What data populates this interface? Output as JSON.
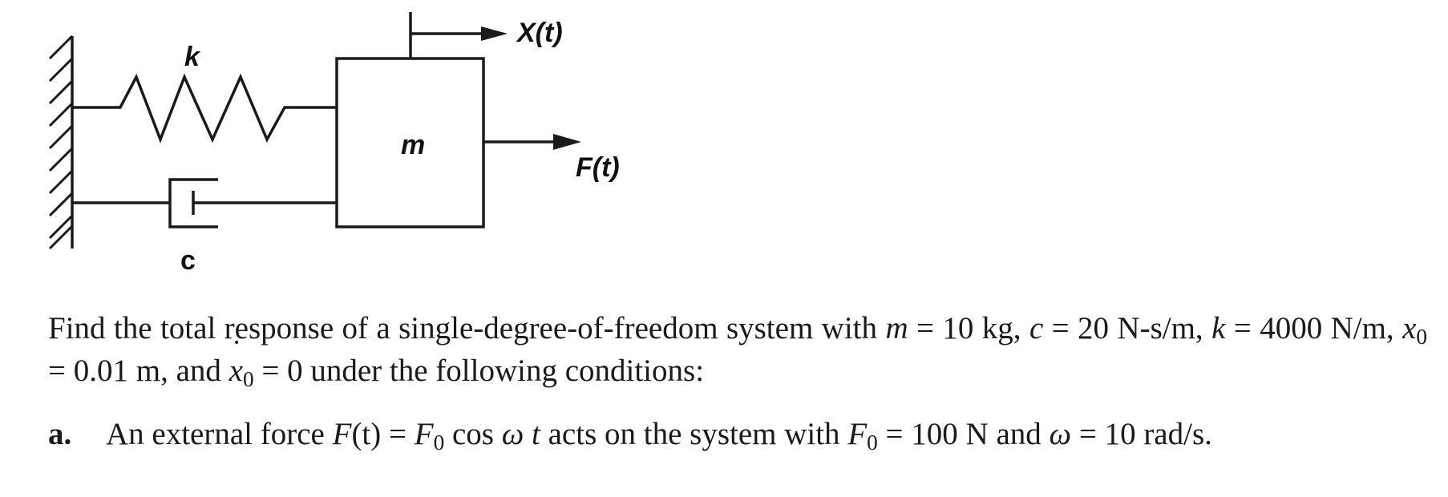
{
  "figure": {
    "spring_label": "k",
    "damper_label": "c",
    "mass_label": "m",
    "displacement_label": "X(t)",
    "force_label": "F(t)"
  },
  "problem": {
    "intro_1": "Find the total response of a single-degree-of-freedom system with",
    "m_sym": "m",
    "m_val": " = 10 kg, ",
    "c_sym": "c",
    "c_val": " = 20 N-s/m,",
    "k_sym": "k",
    "k_val": " = 4000 N/m, ",
    "x0_sym": "x",
    "x0_sub": "0",
    "x0_val": " = 0.01 m, and ",
    "xdot0_sym": "x",
    "xdot0_sub": "0",
    "xdot0_val": " = 0 under the following conditions:"
  },
  "part_a": {
    "label": "a.",
    "text_1": "An external force ",
    "F_sym": "F",
    "t_arg": "(t)",
    "eq": " = ",
    "F0_sym": "F",
    "F0_sub": "0",
    "cos": " cos ",
    "omega_t": "ω t",
    "text_2": " acts on the system with ",
    "F0b_sym": "F",
    "F0b_sub": "0",
    "F0_val": " = 100 N and ",
    "omega_sym": "ω",
    "omega_val": " = 10 rad/s."
  }
}
